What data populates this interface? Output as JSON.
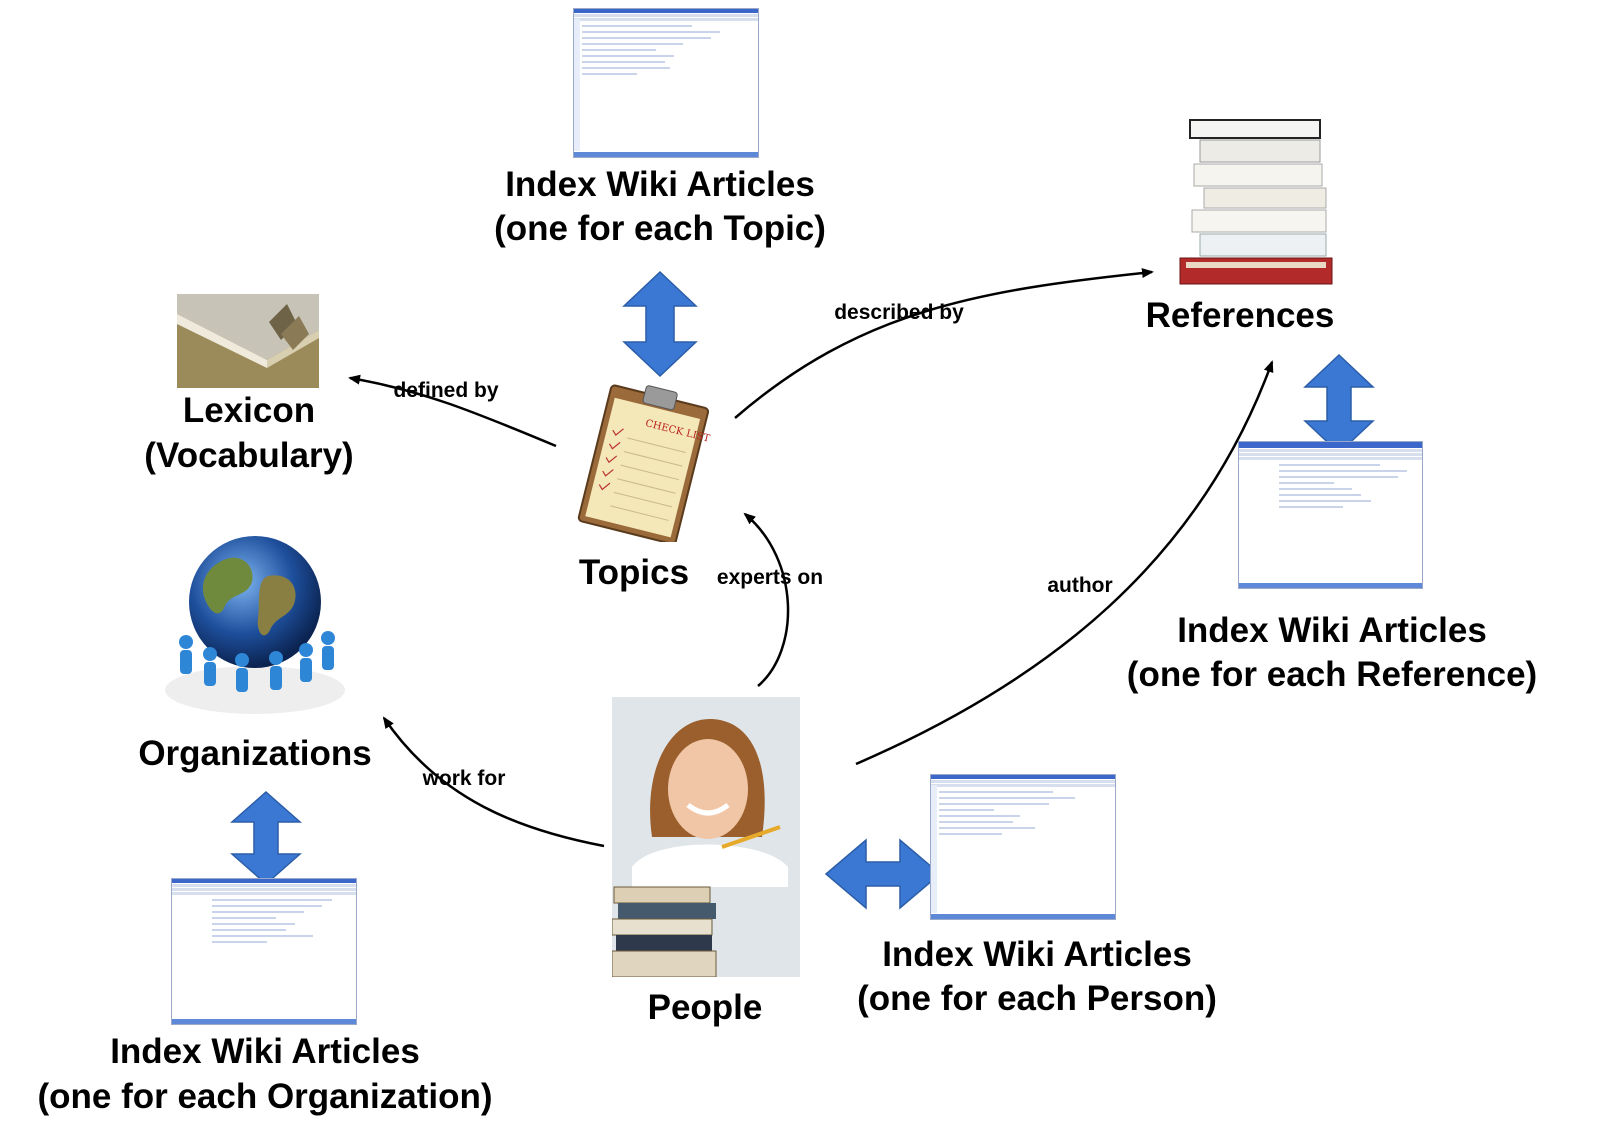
{
  "nodes": {
    "index_topic_title": "Index Wiki Articles",
    "index_topic_sub": "(one for each Topic)",
    "references": "References",
    "lexicon_title": "Lexicon",
    "lexicon_sub": "(Vocabulary)",
    "topics": "Topics",
    "organizations": "Organizations",
    "people": "People",
    "index_reference_title": "Index Wiki Articles",
    "index_reference_sub": "(one for each Reference)",
    "index_person_title": "Index Wiki Articles",
    "index_person_sub": "(one for each Person)",
    "index_org_title": "Index Wiki Articles",
    "index_org_sub": "(one for each Organization)"
  },
  "edges": {
    "described_by": "described by",
    "defined_by": "defined by",
    "experts_on": "experts on",
    "author": "author",
    "work_for": "work for"
  },
  "colors": {
    "double_arrow": "#3a78d4",
    "arrow": "#000000"
  },
  "icons": {
    "topics": "clipboard-checklist-icon",
    "references": "book-stack-icon",
    "lexicon": "dictionary-book-icon",
    "organizations": "globe-people-icon",
    "people": "person-photo-icon",
    "index_articles": "wiki-screenshot-icon"
  }
}
